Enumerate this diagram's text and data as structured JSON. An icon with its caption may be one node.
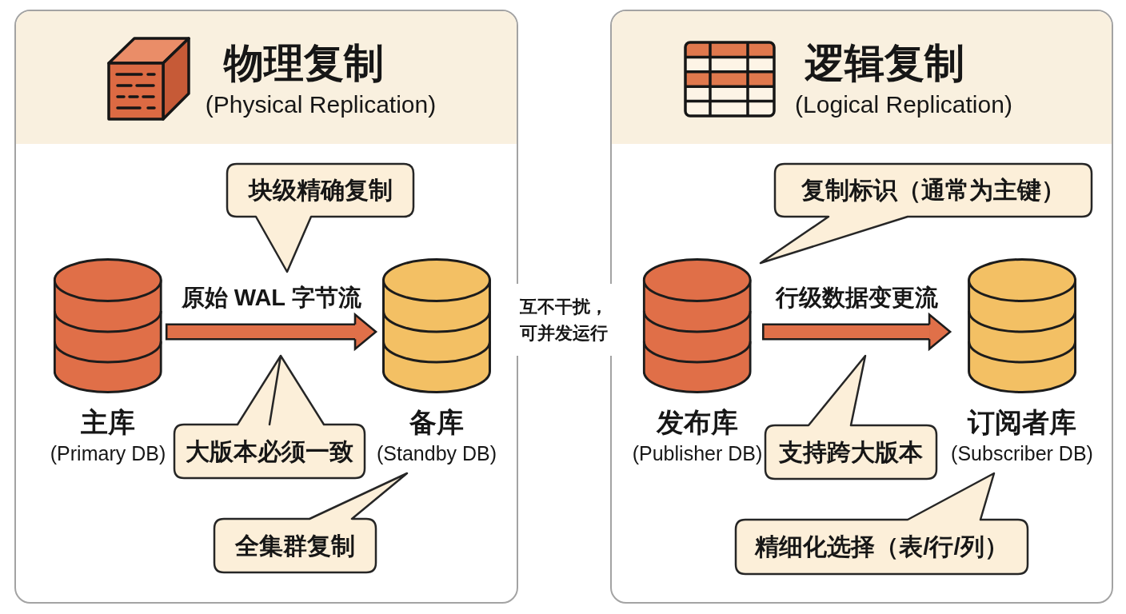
{
  "diagram": {
    "nodes": [
      {
        "text": [
          "物理复制",
          "(Physical Replication)"
        ]
      },
      {
        "text": [
          "主库",
          "(Primary DB)"
        ],
        "in": 0
      },
      {
        "text": [
          "备库",
          "(Standby DB)"
        ],
        "in": 0
      },
      {
        "text": [
          "块级精确复制"
        ],
        "in": 0
      },
      {
        "text": [
          "大版本必须一致"
        ],
        "in": 0
      },
      {
        "text": [
          "全集群复制"
        ],
        "in": 0
      },
      {
        "text": [
          "逻辑复制",
          "(Logical Replication)"
        ]
      },
      {
        "text": [
          "发布库",
          "(Publisher DB)"
        ],
        "in": 6
      },
      {
        "text": [
          "订阅者库",
          "(Subscriber DB)"
        ],
        "in": 6
      },
      {
        "text": [
          "复制标识（通常为主键）"
        ],
        "in": 6
      },
      {
        "text": [
          "支持跨大版本"
        ],
        "in": 6
      },
      {
        "text": [
          "精细化选择（表/行/列）"
        ],
        "in": 6
      }
    ],
    "edges": [
      {
        "from": 1,
        "to": 2,
        "arrow": "to",
        "label": "原始 WAL 字节流"
      },
      {
        "from": 7,
        "to": 8,
        "arrow": "to",
        "label": "行级数据变更流"
      }
    ],
    "labels": [
      "互不干扰，可并发运行"
    ]
  }
}
